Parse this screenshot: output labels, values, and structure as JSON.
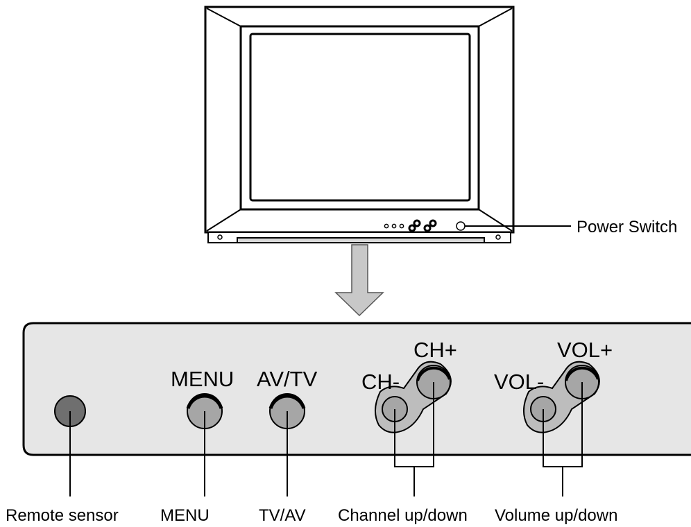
{
  "labels": {
    "power_switch": "Power Switch",
    "menu_top": "MENU",
    "avtv_top": "AV/TV",
    "ch_plus": "CH+",
    "ch_minus": "CH-",
    "vol_plus": "VOL+",
    "vol_minus": "VOL-",
    "remote_sensor": "Remote sensor",
    "menu_bottom": "MENU",
    "tvav_bottom": "TV/AV",
    "channel": "Channel up/down",
    "volume": "Volume up/down"
  },
  "colors": {
    "line": "#000000",
    "panel": "#e6e6e6",
    "button": "#a6a6a6",
    "sensor": "#6f6f6f",
    "arrow": "#c8c8c8"
  }
}
